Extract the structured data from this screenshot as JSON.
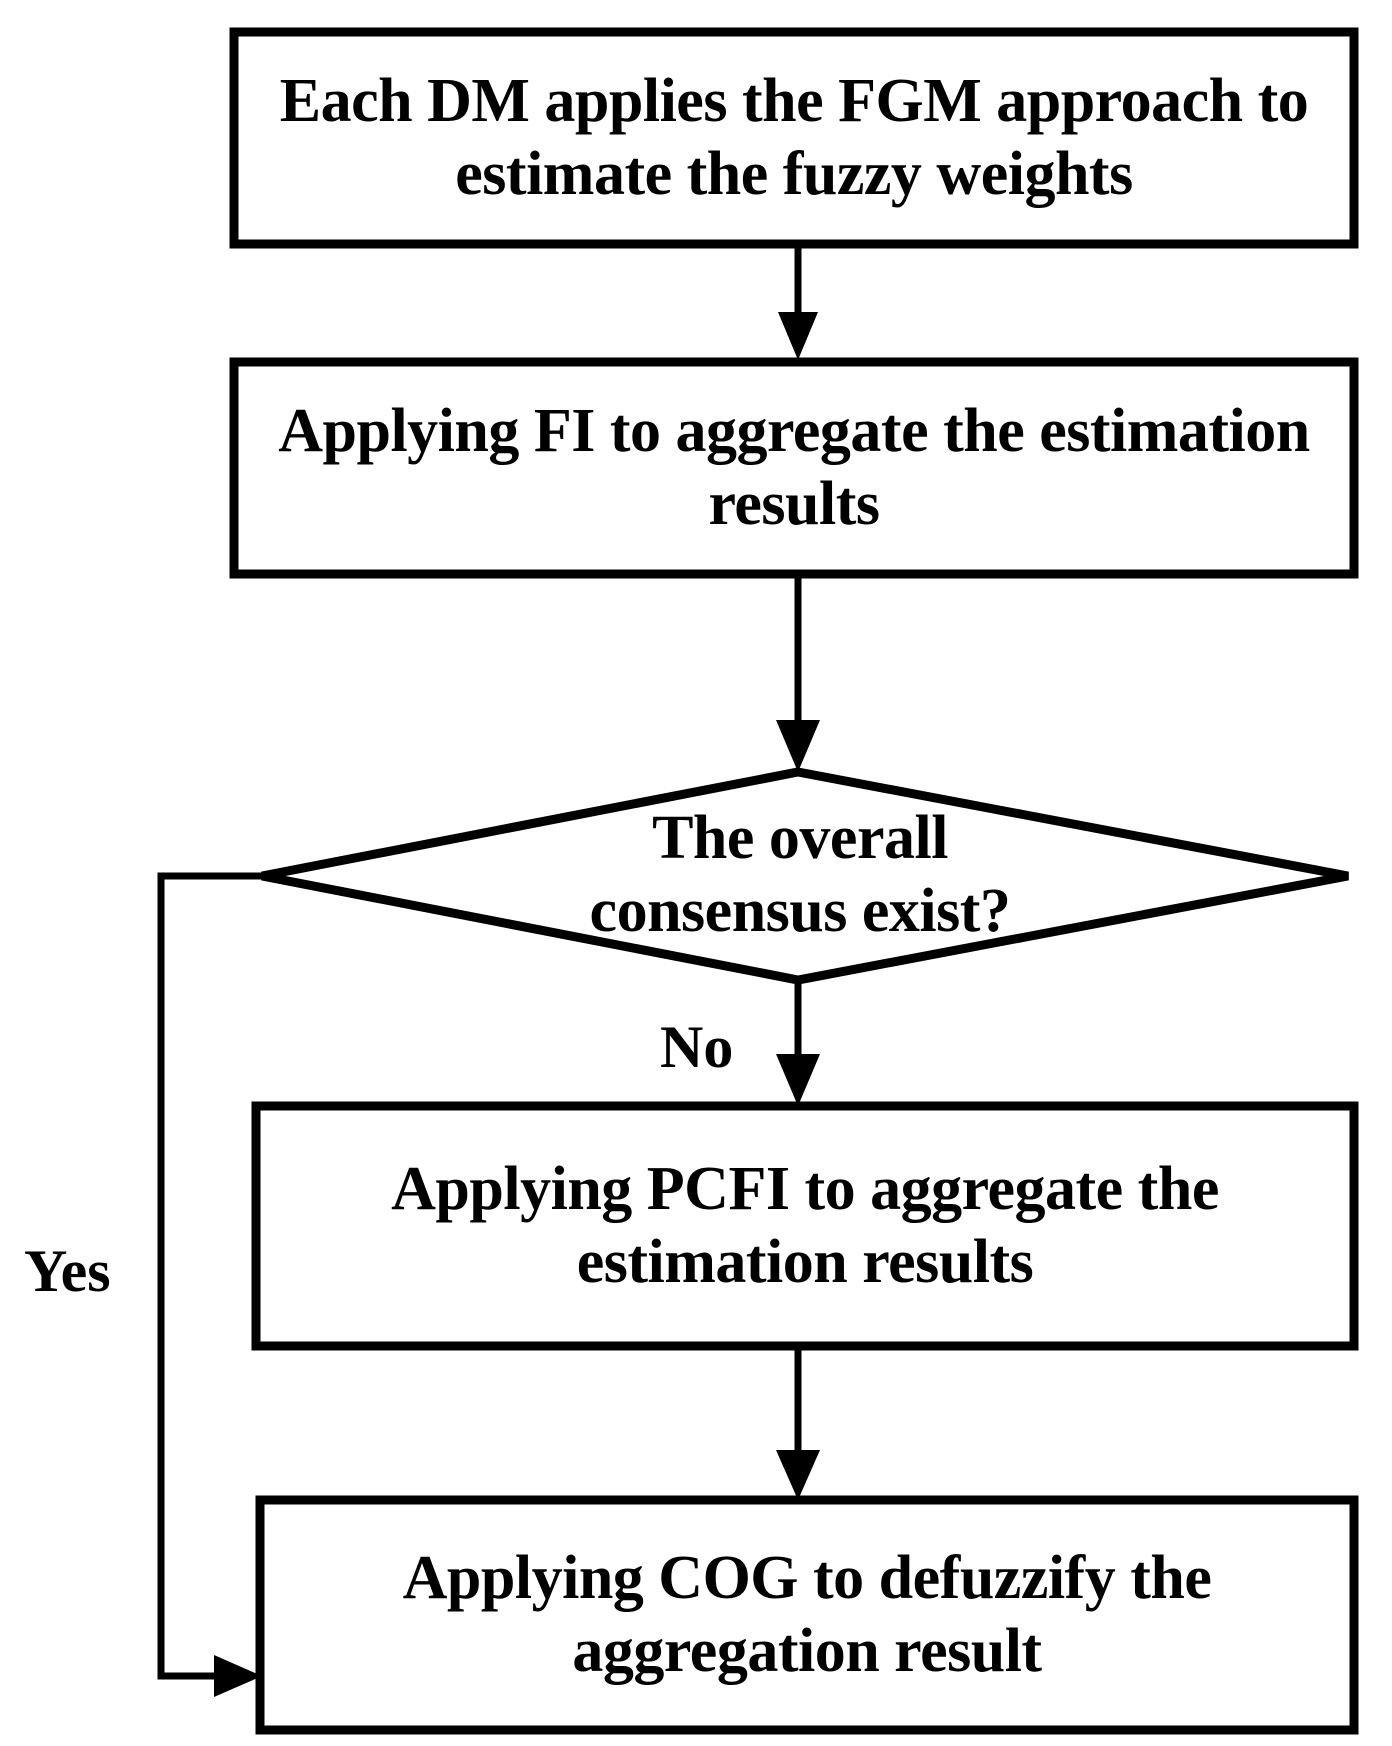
{
  "diagram": {
    "type": "flowchart",
    "title": "FGM / FI / PCFI / COG aggregation flowchart",
    "background_color": "#FFFFFF",
    "line_color": "#000000",
    "text_color": "#000000",
    "nodes": [
      {
        "id": "fgm",
        "shape": "rectangle",
        "text": "Each DM applies the FGM approach to estimate the fuzzy weights"
      },
      {
        "id": "fi",
        "shape": "rectangle",
        "text": "Applying FI to aggregate the estimation results"
      },
      {
        "id": "consensus",
        "shape": "diamond",
        "text": "The overall consensus exist?"
      },
      {
        "id": "pcfi",
        "shape": "rectangle",
        "text": "Applying PCFI to aggregate the estimation results"
      },
      {
        "id": "cog",
        "shape": "rectangle",
        "text": "Applying COG to defuzzify the aggregation result"
      }
    ],
    "edges": [
      {
        "id": "e1",
        "from": "fgm",
        "to": "fi",
        "label": ""
      },
      {
        "id": "e2",
        "from": "fi",
        "to": "consensus",
        "label": ""
      },
      {
        "id": "e3",
        "from": "consensus",
        "to": "pcfi",
        "label": "No"
      },
      {
        "id": "e4",
        "from": "pcfi",
        "to": "cog",
        "label": ""
      },
      {
        "id": "e5",
        "from": "consensus",
        "to": "cog",
        "label": "Yes"
      }
    ],
    "labels": {
      "no": "No",
      "yes": "Yes"
    }
  }
}
